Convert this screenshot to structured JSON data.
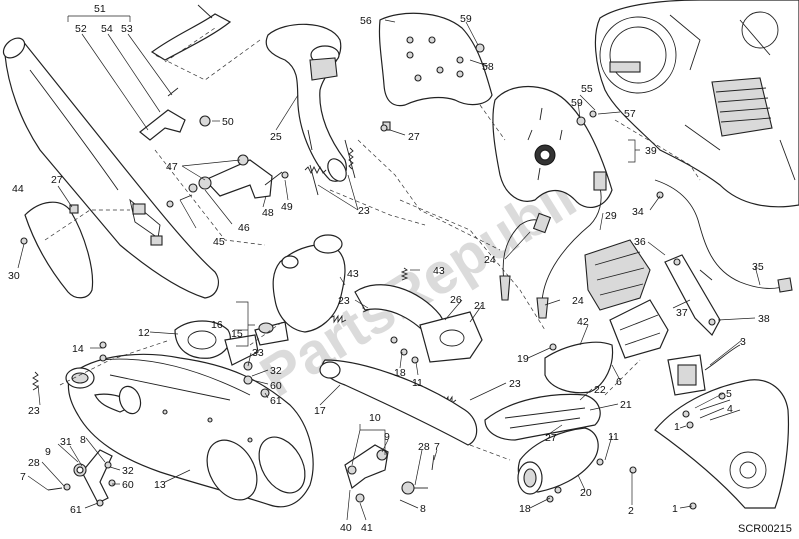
{
  "diagram": {
    "code": "SCR00215",
    "watermark": "PartsRepublik",
    "callouts": [
      {
        "id": "c51",
        "text": "51"
      },
      {
        "id": "c52",
        "text": "52"
      },
      {
        "id": "c54",
        "text": "54"
      },
      {
        "id": "c53",
        "text": "53"
      },
      {
        "id": "c50",
        "text": "50"
      },
      {
        "id": "c47",
        "text": "47"
      },
      {
        "id": "c44",
        "text": "44"
      },
      {
        "id": "c27a",
        "text": "27"
      },
      {
        "id": "c30",
        "text": "30"
      },
      {
        "id": "c45",
        "text": "45"
      },
      {
        "id": "c46",
        "text": "46"
      },
      {
        "id": "c48",
        "text": "48"
      },
      {
        "id": "c49",
        "text": "49"
      },
      {
        "id": "c25",
        "text": "25"
      },
      {
        "id": "c23a",
        "text": "23"
      },
      {
        "id": "c56",
        "text": "56"
      },
      {
        "id": "c59a",
        "text": "59"
      },
      {
        "id": "c58",
        "text": "58"
      },
      {
        "id": "c27b",
        "text": "27"
      },
      {
        "id": "c55",
        "text": "55"
      },
      {
        "id": "c59b",
        "text": "59"
      },
      {
        "id": "c57",
        "text": "57"
      },
      {
        "id": "c39",
        "text": "39"
      },
      {
        "id": "c34",
        "text": "34"
      },
      {
        "id": "c29",
        "text": "29"
      },
      {
        "id": "c24a",
        "text": "24"
      },
      {
        "id": "c24b",
        "text": "24"
      },
      {
        "id": "c36",
        "text": "36"
      },
      {
        "id": "c35",
        "text": "35"
      },
      {
        "id": "c37",
        "text": "37"
      },
      {
        "id": "c38",
        "text": "38"
      },
      {
        "id": "c43a",
        "text": "43"
      },
      {
        "id": "c43b",
        "text": "43"
      },
      {
        "id": "c23b",
        "text": "23"
      },
      {
        "id": "c26",
        "text": "26"
      },
      {
        "id": "c21a",
        "text": "21"
      },
      {
        "id": "c42",
        "text": "42"
      },
      {
        "id": "c3",
        "text": "3"
      },
      {
        "id": "c16",
        "text": "16"
      },
      {
        "id": "c15",
        "text": "15"
      },
      {
        "id": "c12",
        "text": "12"
      },
      {
        "id": "c14",
        "text": "14"
      },
      {
        "id": "c33",
        "text": "33"
      },
      {
        "id": "c32a",
        "text": "32"
      },
      {
        "id": "c60a",
        "text": "60"
      },
      {
        "id": "c61a",
        "text": "61"
      },
      {
        "id": "c23c",
        "text": "23"
      },
      {
        "id": "c18a",
        "text": "18"
      },
      {
        "id": "c11a",
        "text": "11"
      },
      {
        "id": "c19",
        "text": "19"
      },
      {
        "id": "c6",
        "text": "6"
      },
      {
        "id": "c5",
        "text": "5"
      },
      {
        "id": "c4",
        "text": "4"
      },
      {
        "id": "c1a",
        "text": "1"
      },
      {
        "id": "c17",
        "text": "17"
      },
      {
        "id": "c23d",
        "text": "23"
      },
      {
        "id": "c22",
        "text": "22"
      },
      {
        "id": "c21b",
        "text": "21"
      },
      {
        "id": "c27c",
        "text": "27"
      },
      {
        "id": "c11b",
        "text": "11"
      },
      {
        "id": "c20",
        "text": "20"
      },
      {
        "id": "c18b",
        "text": "18"
      },
      {
        "id": "c2",
        "text": "2"
      },
      {
        "id": "c1b",
        "text": "1"
      },
      {
        "id": "c10",
        "text": "10"
      },
      {
        "id": "c9a",
        "text": "9"
      },
      {
        "id": "c28a",
        "text": "28"
      },
      {
        "id": "c7a",
        "text": "7"
      },
      {
        "id": "c8a",
        "text": "8"
      },
      {
        "id": "c40",
        "text": "40"
      },
      {
        "id": "c41",
        "text": "41"
      },
      {
        "id": "c13",
        "text": "13"
      },
      {
        "id": "c9b",
        "text": "9"
      },
      {
        "id": "c31",
        "text": "31"
      },
      {
        "id": "c8b",
        "text": "8"
      },
      {
        "id": "c28b",
        "text": "28"
      },
      {
        "id": "c32b",
        "text": "32"
      },
      {
        "id": "c60b",
        "text": "60"
      },
      {
        "id": "c61b",
        "text": "61"
      },
      {
        "id": "c7b",
        "text": "7"
      }
    ]
  }
}
